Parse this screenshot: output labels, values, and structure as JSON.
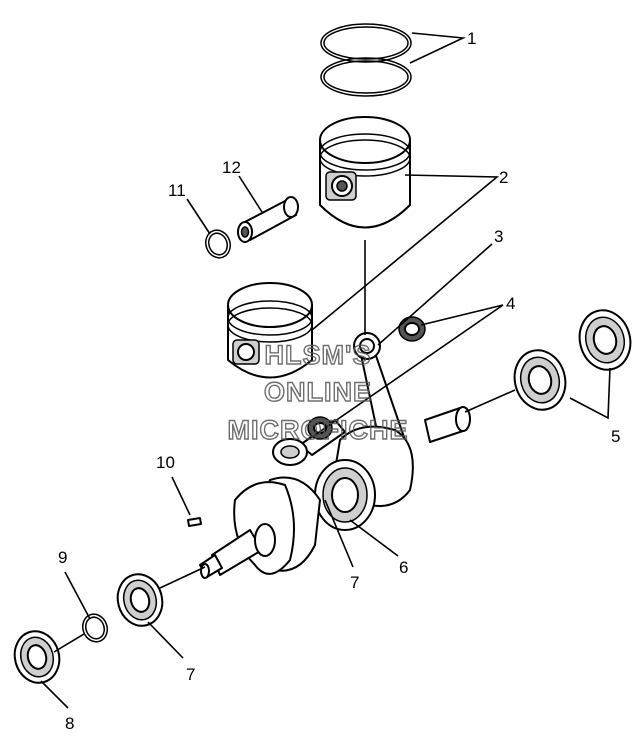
{
  "diagram": {
    "watermark": [
      "HLSM'S",
      "ONLINE",
      "MICROFICHE"
    ],
    "callouts": [
      "1",
      "2",
      "3",
      "4",
      "5",
      "6",
      "7",
      "7",
      "8",
      "9",
      "10",
      "11",
      "12"
    ]
  }
}
